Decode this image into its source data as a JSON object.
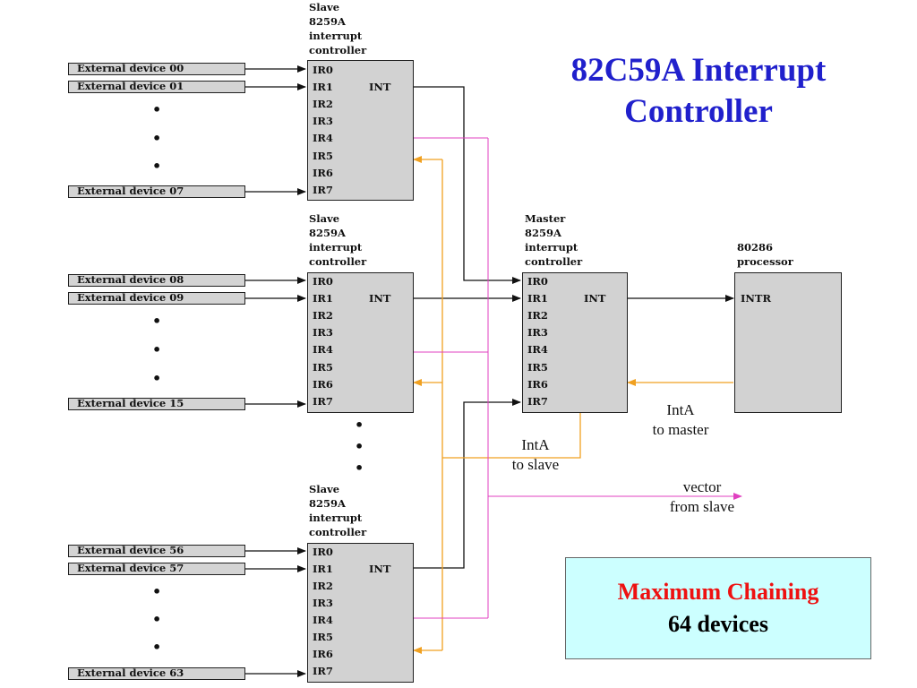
{
  "title": {
    "line1": "82C59A Interrupt",
    "line2": "Controller"
  },
  "slaves": [
    {
      "label": [
        "Slave",
        "8259A",
        "interrupt",
        "controller"
      ],
      "devices": [
        "External device 00",
        "External device 01",
        "External device 07"
      ],
      "pins": [
        "IR0",
        "IR1",
        "IR2",
        "IR3",
        "IR4",
        "IR5",
        "IR6",
        "IR7"
      ],
      "int_label": "INT"
    },
    {
      "label": [
        "Slave",
        "8259A",
        "interrupt",
        "controller"
      ],
      "devices": [
        "External device 08",
        "External device 09",
        "External device 15"
      ],
      "pins": [
        "IR0",
        "IR1",
        "IR2",
        "IR3",
        "IR4",
        "IR5",
        "IR6",
        "IR7"
      ],
      "int_label": "INT"
    },
    {
      "label": [
        "Slave",
        "8259A",
        "interrupt",
        "controller"
      ],
      "devices": [
        "External device 56",
        "External device 57",
        "External device 63"
      ],
      "pins": [
        "IR0",
        "IR1",
        "IR2",
        "IR3",
        "IR4",
        "IR5",
        "IR6",
        "IR7"
      ],
      "int_label": "INT"
    }
  ],
  "master": {
    "label": [
      "Master",
      "8259A",
      "interrupt",
      "controller"
    ],
    "pins": [
      "IR0",
      "IR1",
      "IR2",
      "IR3",
      "IR4",
      "IR5",
      "IR6",
      "IR7"
    ],
    "int_label": "INT"
  },
  "processor": {
    "label": [
      "80286",
      "processor"
    ],
    "pin": "INTR"
  },
  "notes": {
    "inta_master": [
      "IntA",
      "to master"
    ],
    "inta_slave": [
      "IntA",
      "to slave"
    ],
    "vector": [
      "vector",
      "from slave"
    ]
  },
  "summary": {
    "line1": "Maximum Chaining",
    "line2": "64 devices"
  },
  "colors": {
    "title": "#2020cc",
    "inta_wire": "#f0a020",
    "vector_wire": "#e040c0",
    "summary_bg": "#ccffff",
    "summary_accent": "#ee1111",
    "chip_fill": "#d2d2d2"
  }
}
